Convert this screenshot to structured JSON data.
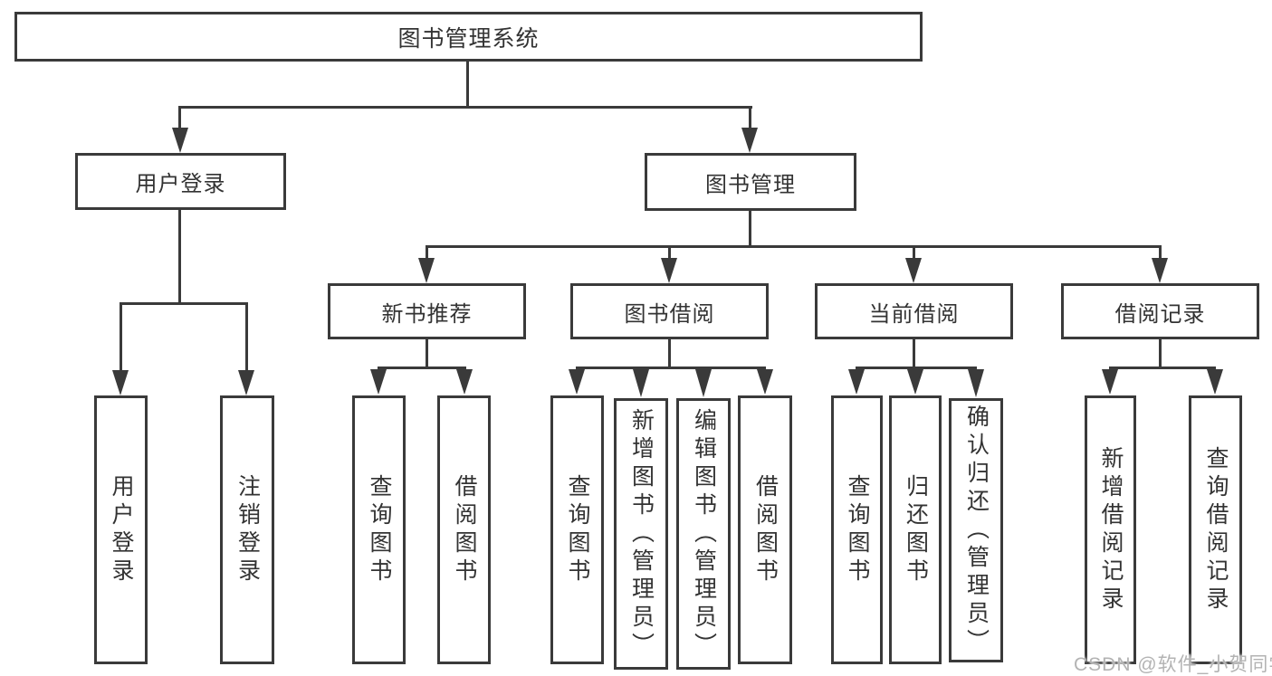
{
  "colors": {
    "line": "#3a3a3a",
    "text": "#333333",
    "watermark": "#b3b3b3",
    "background": "#ffffff"
  },
  "diagram": {
    "root": {
      "label": "图书管理系统"
    },
    "branches": [
      {
        "label": "用户登录",
        "children": [
          {
            "label": "用户登录"
          },
          {
            "label": "注销登录"
          }
        ]
      },
      {
        "label": "图书管理",
        "children": [
          {
            "label": "新书推荐",
            "children": [
              {
                "label": "查询图书"
              },
              {
                "label": "借阅图书"
              }
            ]
          },
          {
            "label": "图书借阅",
            "children": [
              {
                "label": "查询图书"
              },
              {
                "label": "新增图书（管理员）"
              },
              {
                "label": "编辑图书（管理员）"
              },
              {
                "label": "借阅图书"
              }
            ]
          },
          {
            "label": "当前借阅",
            "children": [
              {
                "label": "查询图书"
              },
              {
                "label": "归还图书"
              },
              {
                "label": "确认归还（管理员）"
              }
            ]
          },
          {
            "label": "借阅记录",
            "children": [
              {
                "label": "新增借阅记录"
              },
              {
                "label": "查询借阅记录"
              }
            ]
          }
        ]
      }
    ]
  },
  "watermark": {
    "text": "CSDN @软件_小贺同学"
  }
}
